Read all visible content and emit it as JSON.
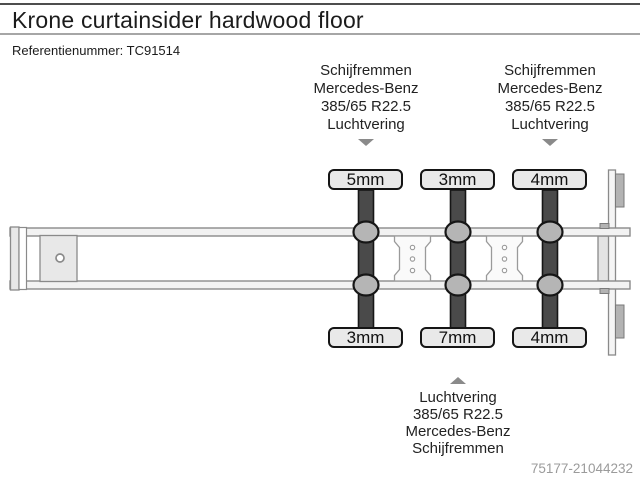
{
  "header": {
    "title": "Krone curtainsider hardwood floor",
    "reference": "Referentienummer: TC91514"
  },
  "notes": {
    "axle1_top": {
      "lines": [
        "Schijfremmen",
        "Mercedes-Benz",
        "385/65 R22.5",
        "Luchtvering"
      ]
    },
    "axle3_top": {
      "lines": [
        "Schijfremmen",
        "Mercedes-Benz",
        "385/65 R22.5",
        "Luchtvering"
      ]
    },
    "axle2_bottom": {
      "lines": [
        "Luchtvering",
        "385/65 R22.5",
        "Mercedes-Benz",
        "Schijfremmen"
      ]
    }
  },
  "tread_depths": {
    "top_row": [
      "5mm",
      "3mm",
      "4mm"
    ],
    "bottom_row": [
      "3mm",
      "7mm",
      "4mm"
    ]
  },
  "footer": {
    "listing_id": "75177-21044232"
  },
  "colors": {
    "tire": "#4a4a4a",
    "wheel_hub": "#b5b5b5",
    "chassis_outline": "#8a8a8a",
    "chassis_fill": "#f2f2f2",
    "tread_label_fill": "#e9e9e9",
    "tread_label_border": "#151515",
    "arrow": "#8a8a8a",
    "listing_id_text": "#9b9b9b"
  }
}
